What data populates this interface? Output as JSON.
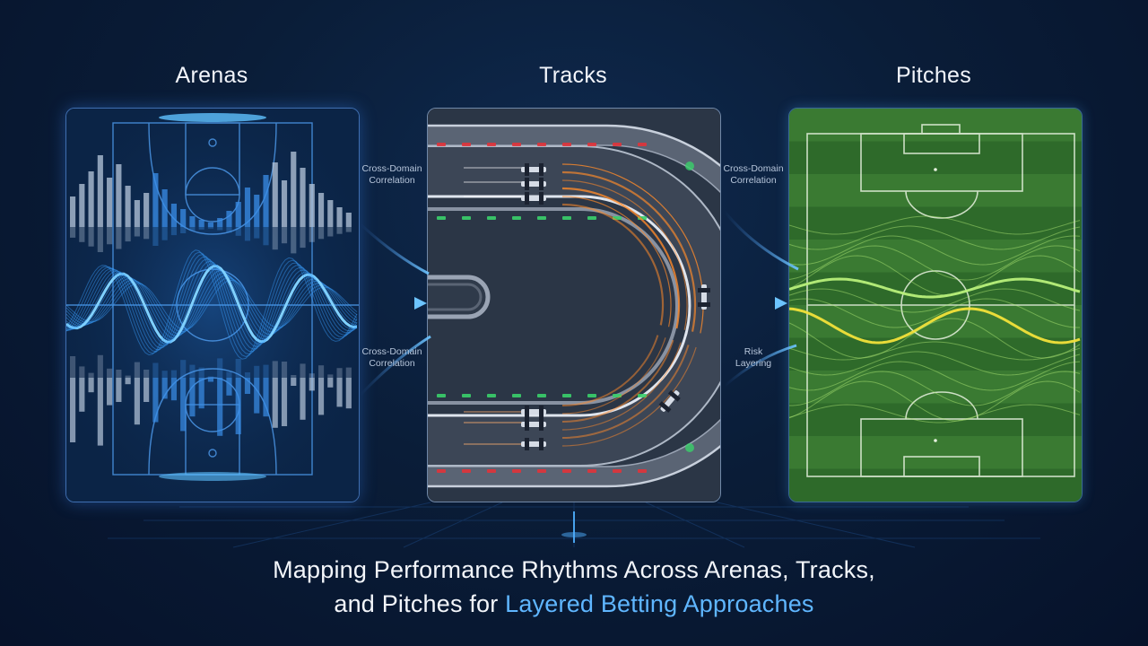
{
  "panels": {
    "arenas": {
      "title": "Arenas"
    },
    "tracks": {
      "title": "Tracks"
    },
    "pitches": {
      "title": "Pitches"
    }
  },
  "callouts": {
    "top_left": [
      "Cross-Domain",
      "Correlation"
    ],
    "bottom_left": [
      "Cross-Domain",
      "Correlation"
    ],
    "top_right": [
      "Cross-Domain",
      "Correlation"
    ],
    "bottom_right": [
      "Risk",
      "Layering"
    ]
  },
  "headline": {
    "line1": "Mapping Performance Rhythms Across Arenas, Tracks,",
    "line2_plain": "and Pitches for ",
    "line2_accent": "Layered Betting Approaches"
  },
  "colors": {
    "arena_glow": "#3aa0ff",
    "track_trail": "#ff8a2a",
    "pitch_green": "#9be84a",
    "pitch_yellow": "#f2e23a",
    "accent_text": "#5fb6ff"
  }
}
